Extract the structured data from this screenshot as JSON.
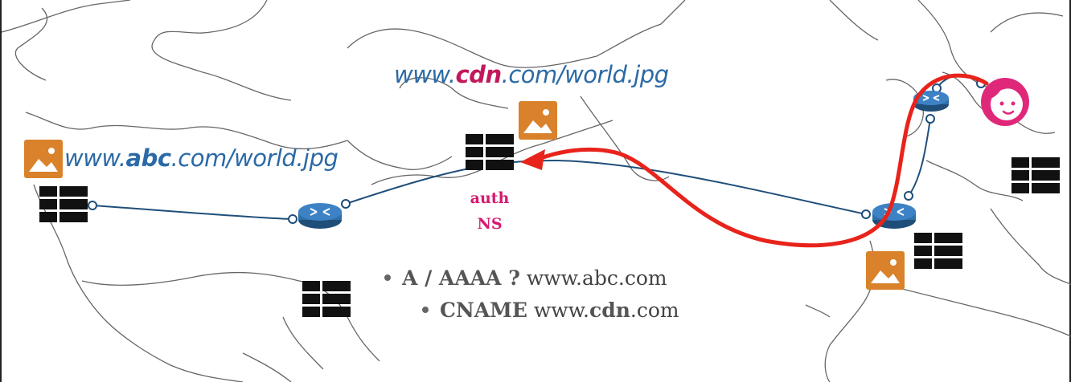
{
  "labels": {
    "origin_url_prefix": "www.",
    "origin_url_domain": "abc",
    "origin_url_suffix": ".com/world.jpg",
    "cdn_url_prefix": "www.",
    "cdn_url_domain": "cdn",
    "cdn_url_suffix": ".com/world.jpg",
    "auth_ns_line1": "auth",
    "auth_ns_line2": "NS"
  },
  "dns": {
    "query_type": "A / AAAA ?",
    "query_name": "www.abc.com",
    "answer_type": "CNAME",
    "answer_prefix": "www.",
    "answer_domain": "cdn",
    "answer_suffix": ".com"
  },
  "colors": {
    "link": "#1f4e79",
    "router": "#2d6fa8",
    "arrow": "#e8231b",
    "image_icon": "#d9822b",
    "user": "#e0287a",
    "url_text": "#2b6aa6",
    "highlight": "#c2185b"
  }
}
